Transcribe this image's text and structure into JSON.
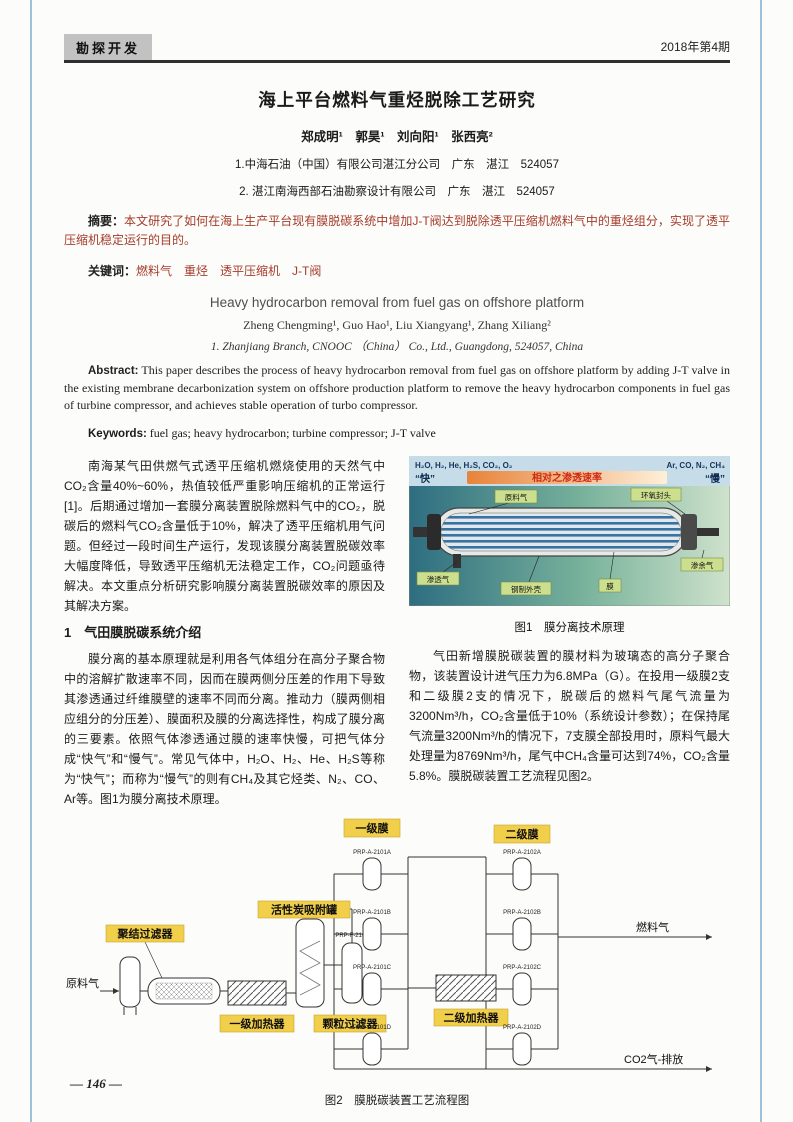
{
  "colors": {
    "accent_red": "#a63c2a",
    "highlight_yellow": "#f2cf4a",
    "border_blue": "#9ec1da"
  },
  "header": {
    "section": "勘探开发",
    "issue": "2018年第4期"
  },
  "title_cn": "海上平台燃料气重烃脱除工艺研究",
  "authors_cn": "郑成明¹　郭昊¹　刘向阳¹　张西亮²",
  "affiliations": [
    "1.中海石油（中国）有限公司湛江分公司　广东　湛江　524057",
    "2. 湛江南海西部石油勘察设计有限公司　广东　湛江　524057"
  ],
  "abstract_cn": {
    "label": "摘要：",
    "text": "本文研究了如何在海上生产平台现有膜脱碳系统中增加J-T阀达到脱除透平压缩机燃料气中的重烃组分，实现了透平压缩机稳定运行的目的。"
  },
  "keywords_cn": {
    "label": "关键词：",
    "text": "燃料气　重烃　透平压缩机　J-T阀"
  },
  "english": {
    "title": "Heavy hydrocarbon removal from fuel gas on offshore platform",
    "authors": "Zheng Chengming¹, Guo Hao¹, Liu Xiangyang¹, Zhang Xiliang²",
    "affiliation": "1. Zhanjiang Branch, CNOOC （China） Co., Ltd., Guangdong, 524057, China",
    "abstract_label": "Abstract:",
    "abstract": "This paper describes the process of heavy hydrocarbon removal from fuel gas on offshore platform by adding J-T valve in the existing membrane decarbonization system on offshore production platform to remove the heavy hydrocarbon components in fuel gas of turbine compressor, and achieves stable operation of turbo compressor.",
    "keywords_label": "Keywords:",
    "keywords": "fuel gas; heavy hydrocarbon; turbine compressor; J-T valve"
  },
  "body": {
    "p1": "南海某气田供燃气式透平压缩机燃烧使用的天然气中CO₂含量40%~60%，热值较低严重影响压缩机的正常运行[1]。后期通过增加一套膜分离装置脱除燃料气中的CO₂，脱碳后的燃料气CO₂含量低于10%，解决了透平压缩机用气问题。但经过一段时间生产运行，发现该膜分离装置脱碳效率大幅度降低，导致透平压缩机无法稳定工作，CO₂问题亟待解决。本文重点分析研究影响膜分离装置脱碳效率的原因及其解决方案。",
    "h1": "1　气田膜脱碳系统介绍",
    "p2": "膜分离的基本原理就是利用各气体组分在高分子聚合物中的溶解扩散速率不同，因而在膜两侧分压差的作用下导致其渗透通过纤维膜壁的速率不同而分离。推动力（膜两侧相应组分的分压差）、膜面积及膜的分离选择性，构成了膜分离的三要素。依照气体渗透通过膜的速率快慢，可把气体分成“快气”和“慢气”。常见气体中，H₂O、H₂、He、H₂S等称为“快气”；而称为“慢气”的则有CH₄及其它烃类、N₂、CO、Ar等。图1为膜分离技术原理。",
    "p3": "气田新增膜脱碳装置的膜材料为玻璃态的高分子聚合物，该装置设计进气压力为6.8MPa（G）。在投用一级膜2支和二级膜2支的情况下，脱碳后的燃料气尾气流量为3200Nm³/h，CO₂含量低于10%（系统设计参数）；在保持尾气流量3200Nm³/h的情况下，7支膜全部投用时，原料气最大处理量为8769Nm³/h，尾气中CH₄含量可达到74%，CO₂含量5.8%。膜脱碳装置工艺流程见图2。"
  },
  "figure1": {
    "caption": "图1　膜分离技术原理",
    "fast_gases": "H₂O, H₂, He, H₂S, CO₂, O₂",
    "slow_gases": "Ar, CO, N₂, CH₄",
    "fast_label": "“快”",
    "rate_label": "相对之渗透速率",
    "slow_label": "“慢”",
    "labels": {
      "feed": "原料气",
      "head": "环氧封头",
      "permeate": "渗透气",
      "shell": "钢制外壳",
      "membrane": "膜",
      "residue": "渗余气"
    }
  },
  "figure2": {
    "caption": "图2　膜脱碳装置工艺流程图",
    "labels": {
      "stage1": "一级膜",
      "stage2": "二级膜",
      "carbon_tank": "活性炭吸附罐",
      "coalescer": "聚结过滤器",
      "feed": "原料气",
      "heater1": "一级加热器",
      "particle_filter": "颗粒过滤器",
      "heater2": "二级加热器",
      "fuel_gas": "燃料气",
      "co2_vent": "CO2气-排放"
    },
    "tags": [
      "PRP-A-2101A",
      "PRP-A-2101B",
      "PRP-A-2101C",
      "PRP-A-2101D",
      "PRP-A-2102A",
      "PRP-A-2102B",
      "PRP-A-2102C",
      "PRP-A-2102D",
      "PRP-F-2103"
    ]
  },
  "footer": {
    "page_number": "— 146 —"
  }
}
